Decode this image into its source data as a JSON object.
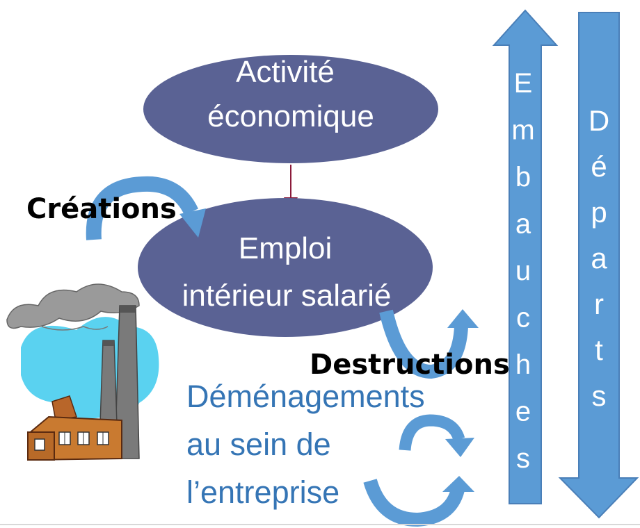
{
  "ellipse_top": {
    "line1": "Activité",
    "line2": "économique"
  },
  "ellipse_bottom": {
    "line1": "Emploi",
    "line2": "intérieur salarié"
  },
  "labels": {
    "creations": "Créations",
    "destructions": "Destructions",
    "demenagements_line1": "Déménagements",
    "demenagements_line2": "au sein de",
    "demenagements_line3": "l’entreprise"
  },
  "arrows": {
    "embauches": [
      "E",
      "m",
      "b",
      "a",
      "u",
      "c",
      "h",
      "e",
      "s"
    ],
    "departs": [
      "D",
      "é",
      "p",
      "a",
      "r",
      "t",
      "s"
    ]
  },
  "colors": {
    "ellipse_fill": "#5a6294",
    "arrow_fill": "#5b9bd5",
    "arrow_stroke": "#4a7fb8",
    "label_blue": "#3575b5",
    "link_arrow": "#8b1a3a"
  },
  "icons": {
    "factory": "factory-icon"
  }
}
